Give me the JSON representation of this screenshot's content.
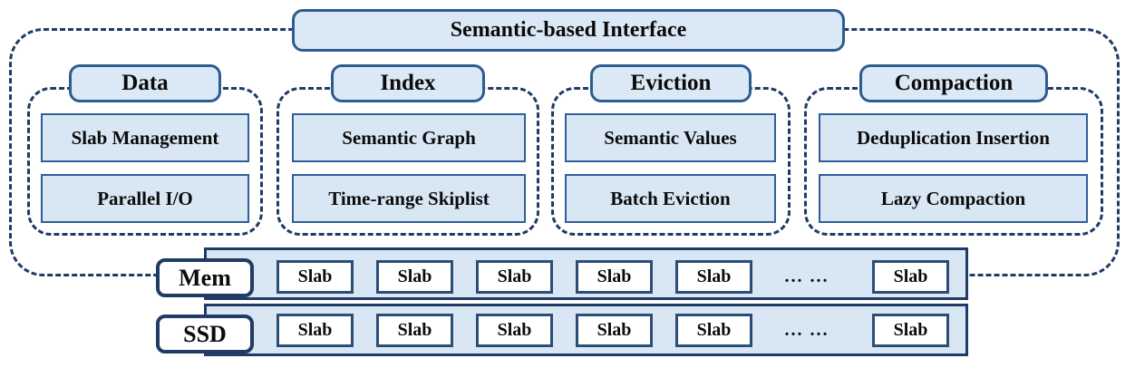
{
  "title": "Semantic-based Interface",
  "groups": [
    {
      "name": "Data",
      "items": [
        "Slab Management",
        "Parallel I/O"
      ]
    },
    {
      "name": "Index",
      "items": [
        "Semantic Graph",
        "Time-range Skiplist"
      ]
    },
    {
      "name": "Eviction",
      "items": [
        "Semantic Values",
        "Batch Eviction"
      ]
    },
    {
      "name": "Compaction",
      "items": [
        "Deduplication Insertion",
        "Lazy Compaction"
      ]
    }
  ],
  "storage": {
    "rows": [
      {
        "label": "Mem",
        "slabs": [
          "Slab",
          "Slab",
          "Slab",
          "Slab",
          "Slab",
          "Slab"
        ],
        "dots": "... ..."
      },
      {
        "label": "SSD",
        "slabs": [
          "Slab",
          "Slab",
          "Slab",
          "Slab",
          "Slab",
          "Slab"
        ],
        "dots": "... ..."
      }
    ]
  },
  "colors": {
    "fill_light_blue": "#d9e7f5",
    "border_navy": "#1f3b66",
    "border_medium_blue": "#2d5c90",
    "text": "#0b0b0b"
  }
}
